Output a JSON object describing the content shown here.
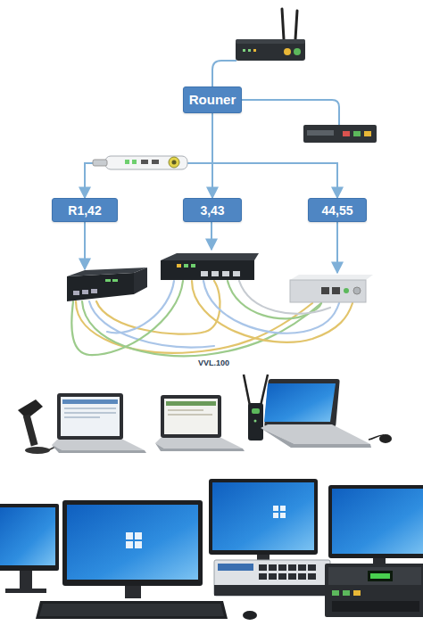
{
  "diagram": {
    "nodes": [
      {
        "text": [
          "Rouner"
        ]
      },
      {
        "text": [
          "R1,42"
        ]
      },
      {
        "text": [
          "3,43"
        ]
      },
      {
        "text": [
          "44,55"
        ]
      }
    ],
    "edges": [
      {
        "from": 0,
        "to": 1,
        "arrow": "to"
      },
      {
        "from": 0,
        "to": 2,
        "arrow": "to"
      },
      {
        "from": 0,
        "to": 3,
        "arrow": "to"
      }
    ],
    "labels": [
      "VVL.100"
    ]
  }
}
